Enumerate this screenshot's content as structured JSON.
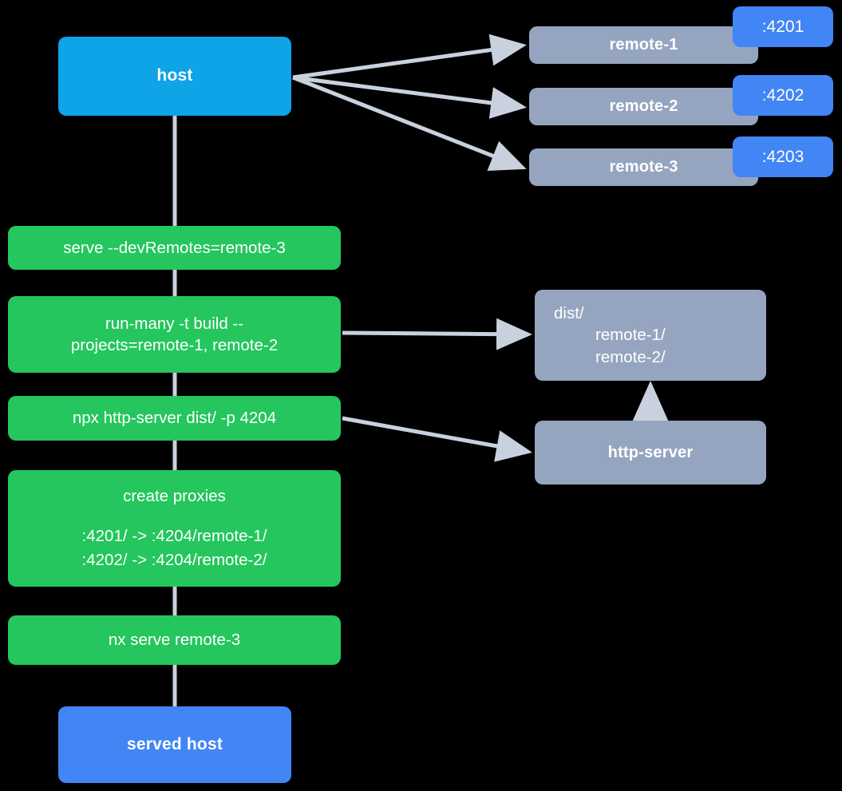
{
  "diagram": {
    "title": "Nx module federation host and remotes serve flow",
    "background": "#000000",
    "colors": {
      "host": "#0fa3e8",
      "served_host": "#4285f4",
      "command": "#24c65d",
      "remote": "#95a5bf",
      "artifact": "#95a5bf",
      "badge": "#4285f4",
      "edge": "#c9d1de",
      "text": "#ffffff"
    }
  },
  "nodes": {
    "host": {
      "label": "host"
    },
    "served_host": {
      "label": "served host"
    },
    "remotes": [
      {
        "label": "remote-1",
        "port": ":4201"
      },
      {
        "label": "remote-2",
        "port": ":4202"
      },
      {
        "label": "remote-3",
        "port": ":4203"
      }
    ],
    "commands": [
      {
        "id": "serve",
        "label": "serve --devRemotes=remote-3"
      },
      {
        "id": "run-many",
        "line1": "run-many -t build --",
        "line2": "projects=remote-1, remote-2"
      },
      {
        "id": "http-server-cmd",
        "label": "npx http-server dist/ -p 4204"
      },
      {
        "id": "create-proxies",
        "title": "create proxies",
        "mappings": [
          ":4201/ -> :4204/remote-1/",
          ":4202/ -> :4204/remote-2/"
        ]
      },
      {
        "id": "nx-serve",
        "label": "nx serve remote-3"
      }
    ],
    "dist": {
      "root": "dist/",
      "children": [
        "remote-1/",
        "remote-2/"
      ]
    },
    "http_server": {
      "label": "http-server"
    }
  }
}
